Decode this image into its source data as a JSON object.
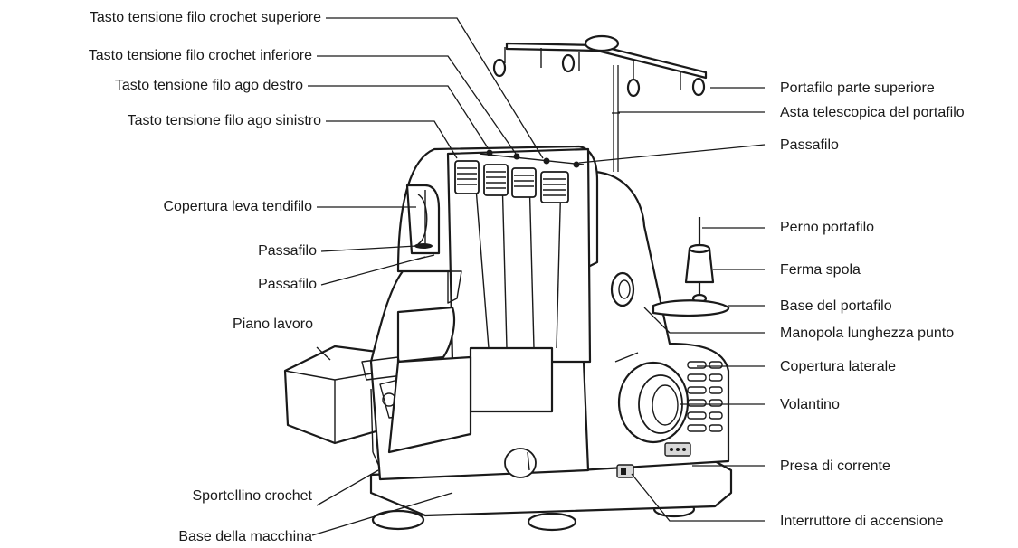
{
  "labels": {
    "crochet_upper_tension": "Tasto tensione filo crochet superiore",
    "crochet_lower_tension": "Tasto tensione filo crochet inferiore",
    "right_needle_tension": "Tasto tensione filo ago destro",
    "left_needle_tension": "Tasto tensione filo ago sinistro",
    "take_up_cover": "Copertura leva tendifilo",
    "thread_guide_1": "Passafilo",
    "thread_guide_2": "Passafilo",
    "work_table": "Piano lavoro",
    "looper_door": "Sportellino crochet",
    "machine_base": "Base della macchina",
    "spool_holder_top": "Portafilo parte superiore",
    "telescopic_rod": "Asta telescopica del portafilo",
    "thread_guide_top": "Passafilo",
    "spool_pin": "Perno portafilo",
    "spool_cap": "Ferma spola",
    "spool_base": "Base del portafilo",
    "stitch_length_knob": "Manopola lunghezza punto",
    "side_cover": "Copertura laterale",
    "handwheel": "Volantino",
    "power_socket": "Presa di corrente",
    "power_switch": "Interruttore di accensione"
  },
  "colors": {
    "line": "#1a1a1a",
    "background": "#ffffff"
  }
}
